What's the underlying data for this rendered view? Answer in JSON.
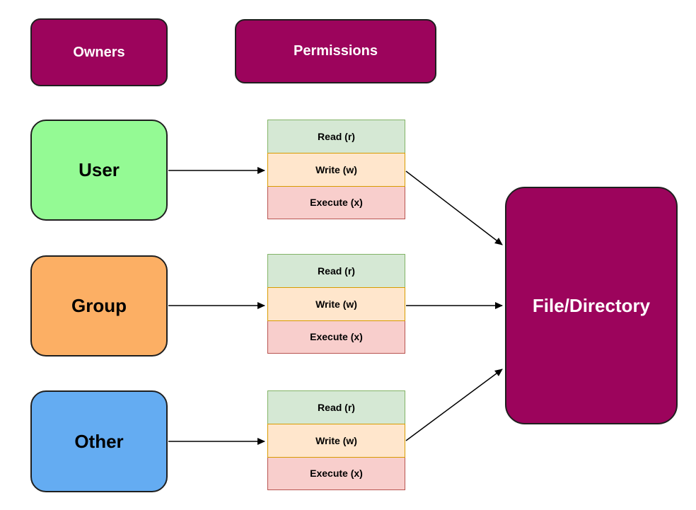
{
  "diagram": {
    "title_implied": "Linux file permissions diagram",
    "headers": [
      {
        "id": "owners",
        "label": "Owners"
      },
      {
        "id": "permissions",
        "label": "Permissions"
      }
    ],
    "owners": [
      {
        "id": "user",
        "label": "User",
        "fill": "#94FA94"
      },
      {
        "id": "group",
        "label": "Group",
        "fill": "#FCAF64"
      },
      {
        "id": "other",
        "label": "Other",
        "fill": "#64ACF2"
      }
    ],
    "permission_rows": [
      {
        "id": "read",
        "label": "Read (r)",
        "fill": "#D5E8D4",
        "stroke": "#82B366"
      },
      {
        "id": "write",
        "label": "Write (w)",
        "fill": "#FFE6CC",
        "stroke": "#D79B00"
      },
      {
        "id": "execute",
        "label": "Execute (x)",
        "fill": "#F8CECC",
        "stroke": "#B85450"
      }
    ],
    "target": {
      "id": "file-directory",
      "label": "File/Directory",
      "fill": "#9C045C",
      "text_color": "#FFFFFF"
    },
    "colors": {
      "header_fill": "#9C045C",
      "header_text": "#FFFFFF",
      "node_border": "#1F1F1F",
      "arrow": "#000000",
      "background": "#FFFFFF"
    },
    "edges": [
      {
        "from": "user",
        "to": "user-permissions"
      },
      {
        "from": "user-permissions",
        "to": "file-directory"
      },
      {
        "from": "group",
        "to": "group-permissions"
      },
      {
        "from": "group-permissions",
        "to": "file-directory"
      },
      {
        "from": "other",
        "to": "other-permissions"
      },
      {
        "from": "other-permissions",
        "to": "file-directory"
      }
    ]
  }
}
